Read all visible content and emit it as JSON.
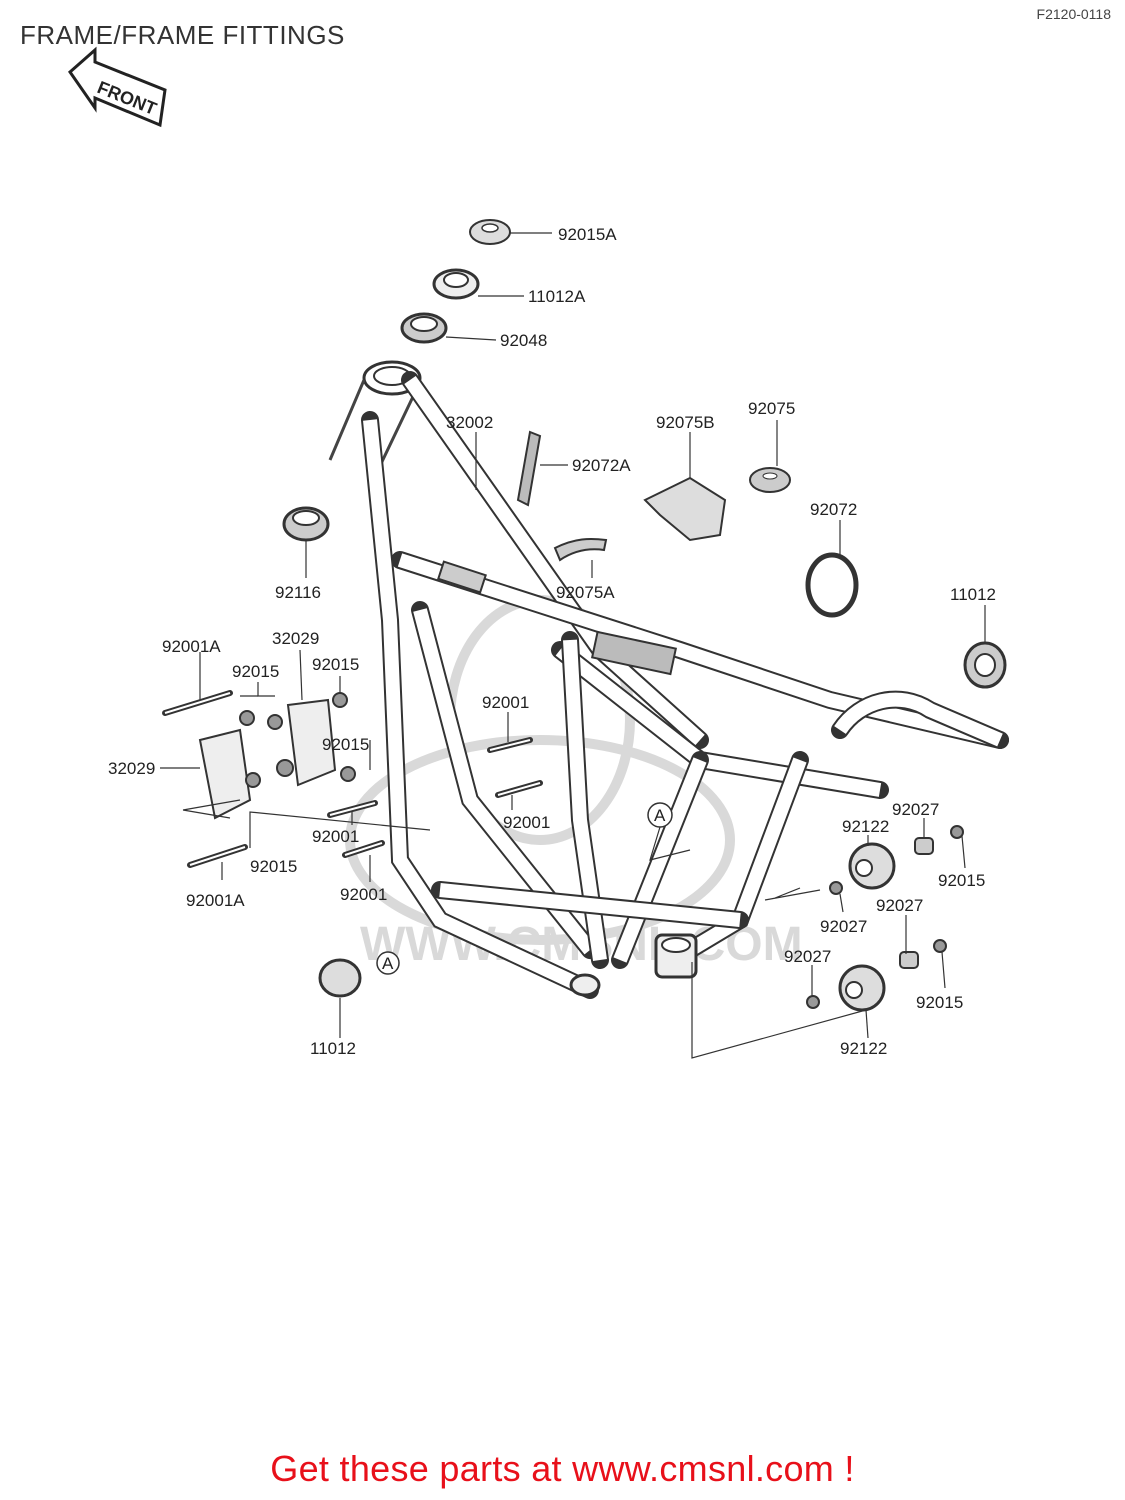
{
  "header": {
    "title": "FRAME/FRAME FITTINGS",
    "diagram_code": "F2120-0118",
    "front_label": "FRONT"
  },
  "watermark": "WWW.CMSNL.COM",
  "callout_marker": "A",
  "parts": [
    "92015A",
    "11012A",
    "92048",
    "32002",
    "92072A",
    "92075B",
    "92075",
    "92116",
    "92075A",
    "92072",
    "11012",
    "92001A",
    "32029",
    "92015",
    "92001",
    "92027",
    "92122"
  ],
  "footer": {
    "cta": "Get these parts at www.cmsnl.com !"
  }
}
